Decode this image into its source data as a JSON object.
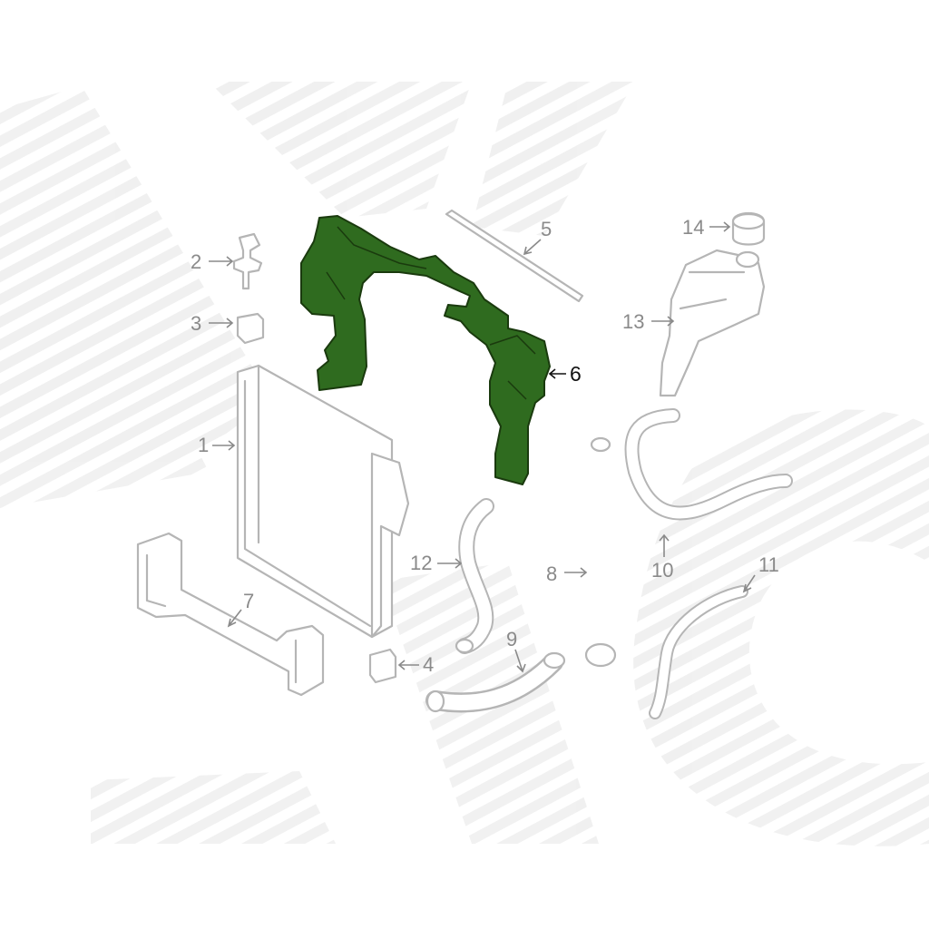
{
  "diagram": {
    "highlight_color": "#2f6b1f",
    "highlighted_part": "6",
    "callouts": [
      {
        "id": "1",
        "label": "1"
      },
      {
        "id": "2",
        "label": "2"
      },
      {
        "id": "3",
        "label": "3"
      },
      {
        "id": "4",
        "label": "4"
      },
      {
        "id": "5",
        "label": "5"
      },
      {
        "id": "6",
        "label": "6"
      },
      {
        "id": "7",
        "label": "7"
      },
      {
        "id": "8",
        "label": "8"
      },
      {
        "id": "9",
        "label": "9"
      },
      {
        "id": "10",
        "label": "10"
      },
      {
        "id": "11",
        "label": "11"
      },
      {
        "id": "12",
        "label": "12"
      },
      {
        "id": "13",
        "label": "13"
      },
      {
        "id": "14",
        "label": "14"
      }
    ]
  }
}
